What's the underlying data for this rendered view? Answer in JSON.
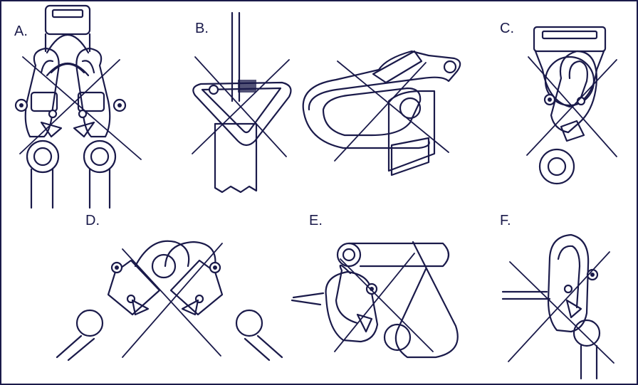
{
  "panels": [
    {
      "id": "A",
      "label": "A."
    },
    {
      "id": "B",
      "label": "B."
    },
    {
      "id": "C",
      "label": "C."
    },
    {
      "id": "D",
      "label": "D."
    },
    {
      "id": "E",
      "label": "E."
    },
    {
      "id": "F",
      "label": "F."
    }
  ],
  "colors": {
    "ink": "#1a1a4a",
    "background": "#ffffff"
  }
}
